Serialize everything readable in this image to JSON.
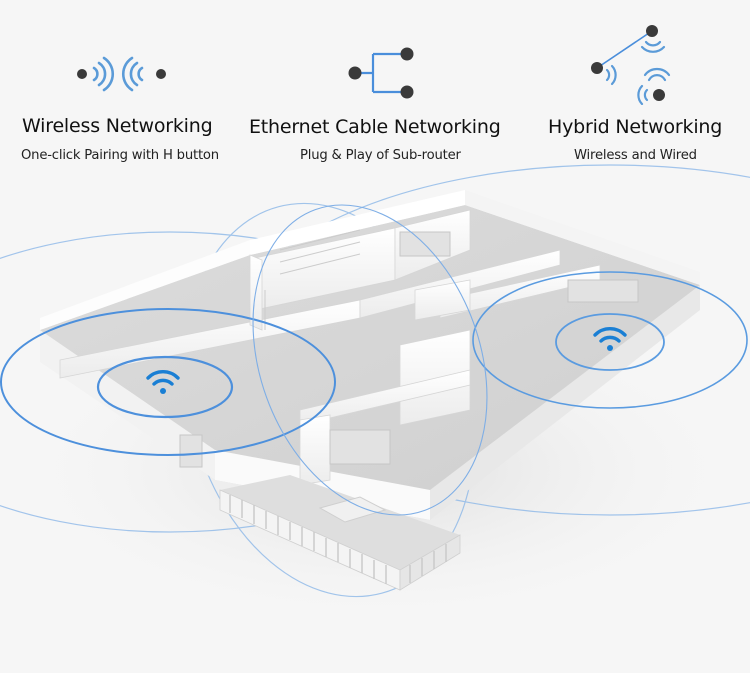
{
  "colors": {
    "background": "#f6f6f6",
    "accent_blue": "#1a7fd4",
    "ring_blue": "#5a9be0",
    "node_dark": "#3a3a3a",
    "title_text": "#111111"
  },
  "features": [
    {
      "icon": "wireless-pairing-icon",
      "title": "Wireless Networking",
      "subtitle": "One-click Pairing with H button"
    },
    {
      "icon": "ethernet-tree-icon",
      "title": "Ethernet Cable Networking",
      "subtitle": "Plug & Play of Sub-router"
    },
    {
      "icon": "hybrid-network-icon",
      "title": "Hybrid Networking",
      "subtitle": "Wireless and Wired"
    }
  ],
  "illustration": {
    "subject": "3D cutaway apartment floor plan",
    "access_points": [
      {
        "name": "left-router",
        "icon": "wifi-icon"
      },
      {
        "name": "right-router",
        "icon": "wifi-icon"
      }
    ]
  }
}
